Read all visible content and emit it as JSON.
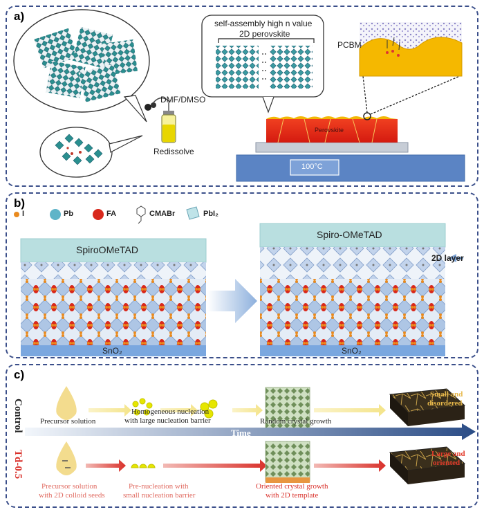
{
  "panel_a": {
    "label": "a)",
    "solvent": "DMF/DMSO",
    "redissolve": "Redissolve",
    "assembly_line1": "self-assembly high n value",
    "assembly_line2": "2D perovskite",
    "pcbm": "PCBM",
    "perovskite": "Perovskite",
    "temperature": "100°C"
  },
  "panel_b": {
    "label": "b)",
    "legend": [
      "I",
      "Pb",
      "FA",
      "CMABr",
      "PbI₂"
    ],
    "htl_left": "SpiroOMeTAD",
    "htl_right": "Spiro-OMeTAD",
    "etl_left": "SnO₂",
    "etl_right": "SnO₂",
    "layer_2d": "2D layer"
  },
  "panel_c": {
    "label": "c)",
    "control_label": "Control",
    "td_label": "Td-0.5",
    "time": "Time",
    "control": {
      "precursor": "Precursor solution",
      "nucleation_line1": "Homogeneous nucleation",
      "nucleation_line2": "with large nucleation barrier",
      "growth": "Random crystal growth",
      "result_line1": "Small and",
      "result_line2": "disordered"
    },
    "td": {
      "precursor_line1": "Precursor solution",
      "precursor_line2": "with 2D colloid seeds",
      "nucleation_line1": "Pre-nucleation with",
      "nucleation_line2": "small nucleation barrier",
      "growth_line1": "Oriented crystal growth",
      "growth_line2": "with 2D template",
      "result_line1": "Large and",
      "result_line2": "oriented"
    }
  },
  "colors": {
    "frame": "#3b4f8a",
    "perovskite_red": "#e02418",
    "gold": "#f2b705",
    "td_red": "#d9302a",
    "substrate_blue": "#5b84c4"
  }
}
